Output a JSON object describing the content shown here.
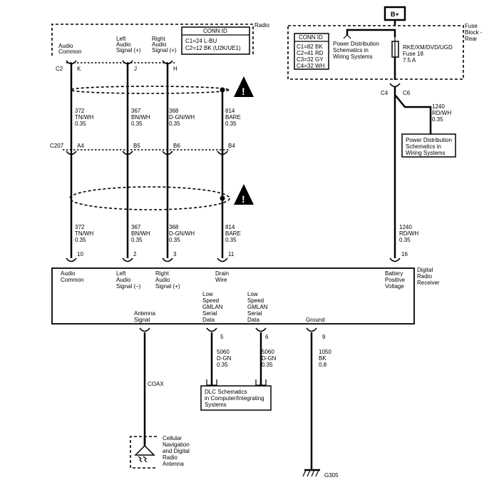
{
  "radio": {
    "title": "Radio",
    "conn_id": {
      "header": "CONN ID",
      "rows": [
        "C1=24 L-BU",
        "C2=12 BK (U2K/UE1)"
      ]
    },
    "pins": [
      {
        "label": [
          "Audio",
          "Common"
        ],
        "pin": "K"
      },
      {
        "label": [
          "Left",
          "Audio",
          "Signal (+)"
        ],
        "pin": "J"
      },
      {
        "label": [
          "Right",
          "Audio",
          "Signal (+)"
        ],
        "pin": "H"
      }
    ],
    "connector": "C2"
  },
  "fuse_block": {
    "badge": "B+",
    "title": [
      "Fuse",
      "Block -",
      "Rear"
    ],
    "conn_id": {
      "header": "CONN ID",
      "rows": [
        "C1=82 BK",
        "C2=41 RD",
        "C3=32 GY",
        "C4=32 WH"
      ]
    },
    "power_dist": [
      "Power Distribution",
      "Schematics in",
      "Wiring Systems"
    ],
    "fuse": [
      "RKE/XM/DVD/UGD",
      "Fuse 18",
      "7.5 A"
    ],
    "c4": "C4",
    "c6": "C6"
  },
  "splice_wire": {
    "circuit": "1240",
    "color": "RD/WH",
    "gauge": "0.35"
  },
  "power_dist_box": [
    "Power Distribution",
    "Schematics in",
    "Wiring Systems"
  ],
  "upper_wires": [
    {
      "circuit": "372",
      "color": "TN/WH",
      "gauge": "0.35"
    },
    {
      "circuit": "367",
      "color": "BN/WH",
      "gauge": "0.35"
    },
    {
      "circuit": "368",
      "color": "D-GN/WH",
      "gauge": "0.35"
    },
    {
      "circuit": "814",
      "color": "BARE",
      "gauge": "0.35"
    }
  ],
  "inline_connector": {
    "name": "C207",
    "pins": [
      "A4",
      "B5",
      "B6",
      "B4"
    ]
  },
  "lower_wires": [
    {
      "circuit": "372",
      "color": "TN/WH",
      "gauge": "0.35"
    },
    {
      "circuit": "367",
      "color": "BN/WH",
      "gauge": "0.35"
    },
    {
      "circuit": "368",
      "color": "D-GN/WH",
      "gauge": "0.35"
    },
    {
      "circuit": "814",
      "color": "BARE",
      "gauge": "0.35"
    },
    {
      "circuit": "1240",
      "color": "RD/WH",
      "gauge": "0.35"
    }
  ],
  "receiver": {
    "title": [
      "Digital",
      "Radio",
      "Receiver"
    ],
    "top_pins": [
      {
        "pin": "10",
        "label": [
          "Audio",
          "Common"
        ]
      },
      {
        "pin": "2",
        "label": [
          "Left",
          "Audio",
          "Signal (–)"
        ]
      },
      {
        "pin": "3",
        "label": [
          "Right",
          "Audio",
          "Signal (+)"
        ]
      },
      {
        "pin": "11",
        "label": [
          "Drain",
          "Wire"
        ]
      },
      {
        "pin": "16",
        "label": [
          "Battery",
          "Positive",
          "Voltage"
        ]
      }
    ],
    "bottom_pins": [
      {
        "pin": "",
        "label": [
          "Antenna",
          "Signal"
        ]
      },
      {
        "pin": "5",
        "label": [
          "Low",
          "Speed",
          "GMLAN",
          "Serial",
          "Data"
        ]
      },
      {
        "pin": "6",
        "label": [
          "Low",
          "Speed",
          "GMLAN",
          "Serial",
          "Data"
        ]
      },
      {
        "pin": "9",
        "label": [
          "Ground"
        ]
      }
    ]
  },
  "bottom_wires": [
    {
      "circuit": "5060",
      "color": "D-GN",
      "gauge": "0.35"
    },
    {
      "circuit": "5060",
      "color": "D-GN",
      "gauge": "0.35"
    },
    {
      "circuit": "1050",
      "color": "BK",
      "gauge": "0.8"
    }
  ],
  "coax": "COAX",
  "dlc_box": [
    "DLC Schematics",
    "in Computer/Integrating",
    "Systems"
  ],
  "antenna": [
    "Cellular",
    "Navigation",
    "and Digital",
    "Radio",
    "Antenna"
  ],
  "ground": "G305",
  "warning_glyph": "!"
}
